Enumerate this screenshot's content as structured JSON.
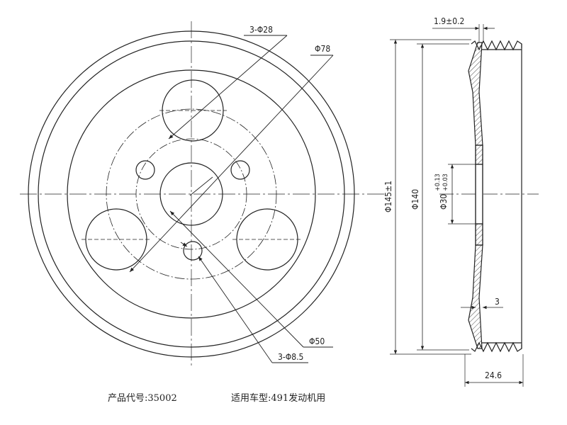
{
  "front_view": {
    "callouts": {
      "large_holes": "3-Φ28",
      "bolt_circle": "Φ78",
      "center_bore": "Φ50",
      "small_holes": "3-Φ8.5"
    }
  },
  "section_view": {
    "dims": {
      "rim_thickness": "1.9±0.2",
      "outer_diameter": "Φ145±1",
      "groove_diameter": "Φ140",
      "bore_diameter": "Φ30",
      "bore_tol_upper": "+0.13",
      "bore_tol_lower": "+0.03",
      "web_thickness": "3",
      "width": "24.6"
    }
  },
  "caption": {
    "product_code_label": "产品代号:",
    "product_code": "35002",
    "application_label": "适用车型:",
    "application": "491发动机用"
  },
  "colors": {
    "line": "#222222",
    "background": "#ffffff"
  }
}
